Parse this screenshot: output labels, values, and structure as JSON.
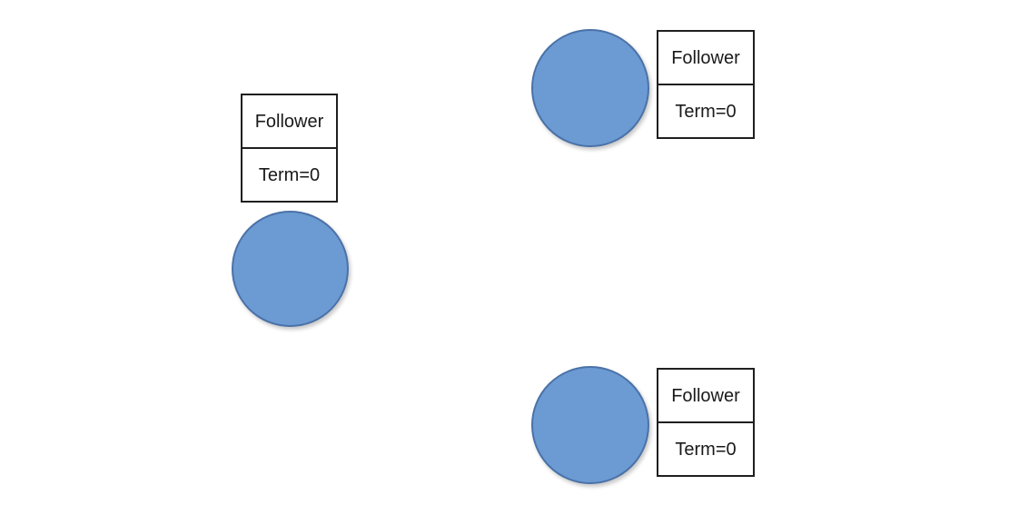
{
  "colors": {
    "background": "#ffffff",
    "node_fill": "#6C9AD3",
    "node_stroke": "#4A72A8",
    "box_border": "#1f1f1f",
    "text": "#1a1a1a"
  },
  "nodes": [
    {
      "id": "node-left",
      "state": "Follower",
      "term": "Term=0"
    },
    {
      "id": "node-top-right",
      "state": "Follower",
      "term": "Term=0"
    },
    {
      "id": "node-bottom-right",
      "state": "Follower",
      "term": "Term=0"
    }
  ]
}
